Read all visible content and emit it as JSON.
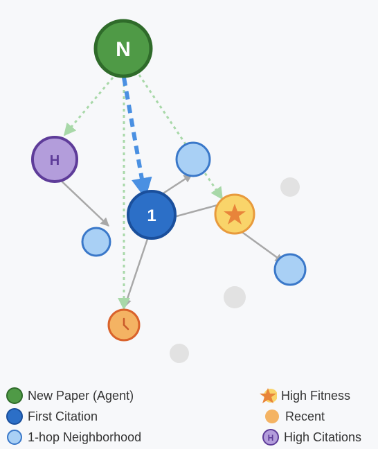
{
  "nodes": {
    "agent_label": "N",
    "first_citation_label": "1",
    "high_citation_label": "H"
  },
  "legend": {
    "new_paper": "New Paper (Agent)",
    "first_citation": "First Citation",
    "one_hop": "1-hop Neighborhood",
    "high_fitness": "High Fitness",
    "recent": "Recent",
    "high_citations": "High Citations",
    "high_citations_symbol": "H"
  },
  "colors": {
    "agent": "#4f9a46",
    "agent_stroke": "#2f6b2a",
    "first_citation": "#2c6fc7",
    "first_citation_stroke": "#1a4f9c",
    "one_hop": "#a9d0f5",
    "one_hop_stroke": "#3a78c9",
    "high_fitness": "#f9d46a",
    "high_fitness_stroke": "#e89a3c",
    "recent": "#f4b363",
    "recent_stroke": "#d9622b",
    "high_citations": "#b39ddb",
    "high_citations_stroke": "#5e3c99",
    "inactive": "#e2e2e2",
    "edge_citation": "#a8a8a8",
    "edge_agent_dotted": "#a8d8a8",
    "edge_agent_first": "#4a90e2"
  },
  "icons": {
    "high_fitness": "star-icon",
    "recent": "clock-icon"
  }
}
